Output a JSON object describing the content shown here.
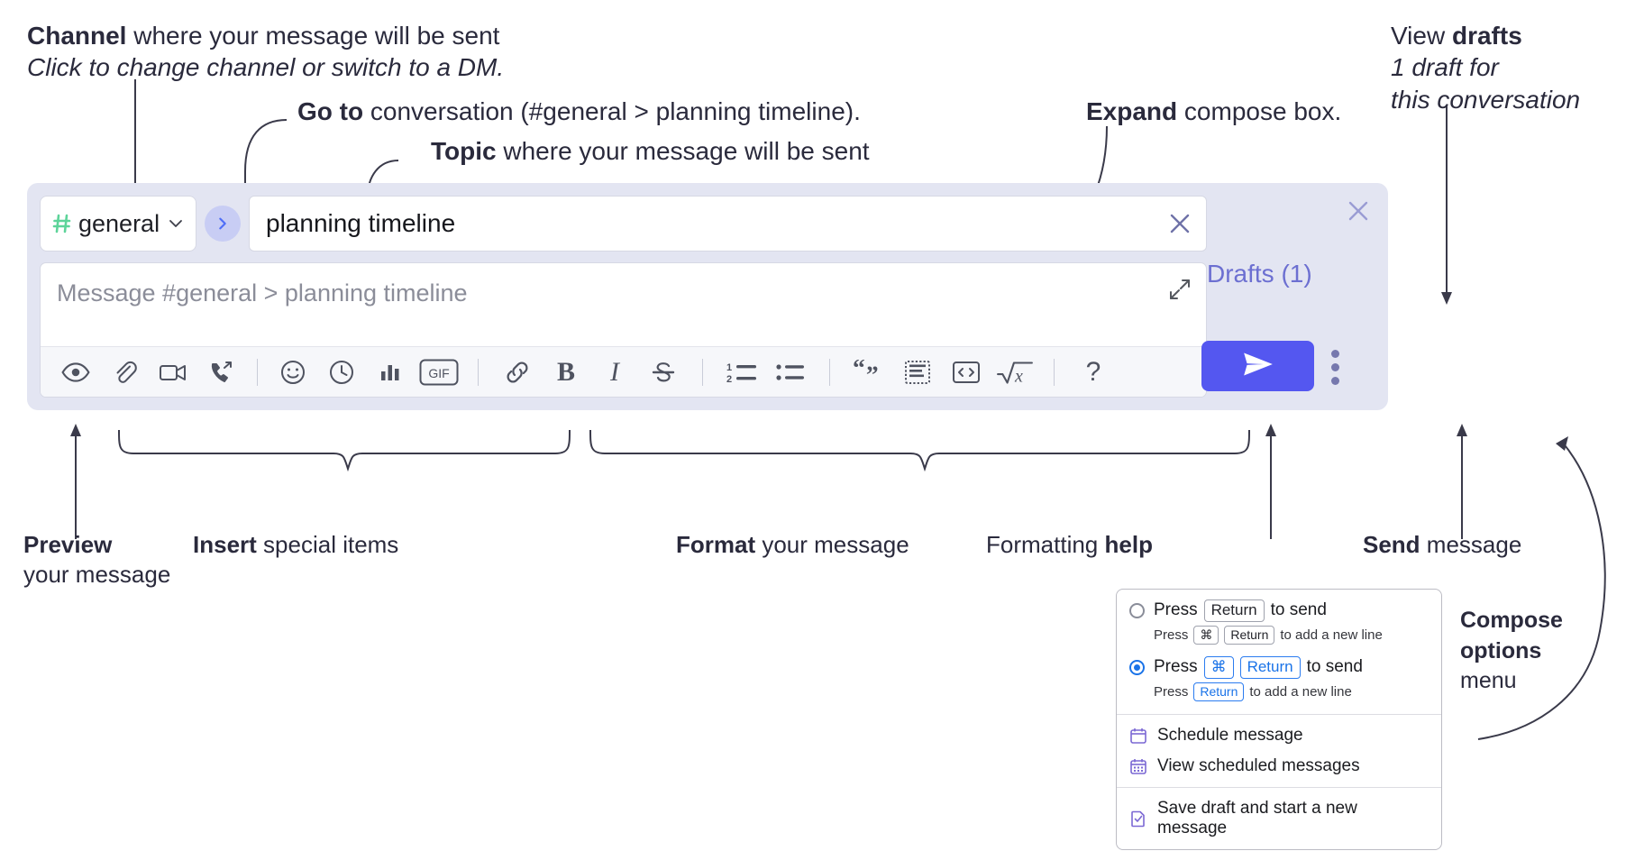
{
  "annotations": {
    "channel": {
      "bold": "Channel",
      "rest": " where your message will be sent",
      "sub": "Click to change channel or switch to a DM."
    },
    "goto": {
      "bold": "Go to",
      "rest": " conversation (#general > planning timeline)."
    },
    "topic": {
      "bold": "Topic",
      "rest": " where your message will be sent"
    },
    "expand": {
      "bold": "Expand",
      "rest": " compose box."
    },
    "drafts": {
      "pre": "View ",
      "bold": "drafts",
      "sub1": "1 draft for",
      "sub2": "this conversation"
    },
    "preview": {
      "bold": "Preview",
      "sub": "your message"
    },
    "insert": {
      "bold": "Insert",
      "rest": " special items"
    },
    "format": {
      "bold": "Format",
      "rest": " your message"
    },
    "help": {
      "pre": "Formatting ",
      "bold": "help"
    },
    "send": {
      "bold": "Send",
      "rest": " message"
    },
    "compose_options": {
      "bold1": "Compose",
      "bold2": "options",
      "rest": "menu"
    }
  },
  "compose": {
    "channel_chip": {
      "hash_icon": "hash-icon",
      "name": "general",
      "chevron_icon": "chevron-down-icon"
    },
    "goto_button": {
      "icon": "chevron-right-icon"
    },
    "topic_field": {
      "value": "planning timeline",
      "clear_icon": "close-icon"
    },
    "message_box": {
      "placeholder": "Message #general > planning timeline",
      "expand_icon": "expand-diagonal-icon"
    },
    "toolbar": [
      {
        "name": "preview-icon",
        "label": ""
      },
      {
        "name": "attachment-icon",
        "label": ""
      },
      {
        "name": "video-icon",
        "label": ""
      },
      {
        "name": "call-forward-icon",
        "label": ""
      },
      {
        "name": "divider",
        "label": ""
      },
      {
        "name": "emoji-icon",
        "label": ""
      },
      {
        "name": "clock-icon",
        "label": ""
      },
      {
        "name": "poll-icon",
        "label": ""
      },
      {
        "name": "gif-icon",
        "label": "GIF"
      },
      {
        "name": "divider",
        "label": ""
      },
      {
        "name": "link-icon",
        "label": ""
      },
      {
        "name": "bold-icon",
        "label": "B"
      },
      {
        "name": "italic-icon",
        "label": "I"
      },
      {
        "name": "strikethrough-icon",
        "label": "S"
      },
      {
        "name": "divider",
        "label": ""
      },
      {
        "name": "ordered-list-icon",
        "label": ""
      },
      {
        "name": "bulleted-list-icon",
        "label": ""
      },
      {
        "name": "divider",
        "label": ""
      },
      {
        "name": "blockquote-icon",
        "label": ""
      },
      {
        "name": "code-block-icon",
        "label": ""
      },
      {
        "name": "inline-code-icon",
        "label": ""
      },
      {
        "name": "math-icon",
        "label": ""
      },
      {
        "name": "divider",
        "label": ""
      },
      {
        "name": "help-icon",
        "label": "?"
      }
    ],
    "panel_close_icon": "close-icon",
    "drafts_link": "Drafts (1)",
    "send_button": {
      "icon": "send-paper-plane-icon"
    },
    "kebab_icon": "vertical-dots-icon"
  },
  "dropdown": {
    "options": [
      {
        "selected": false,
        "main": {
          "pre": "Press ",
          "key": "Return",
          "post": " to send"
        },
        "sub": {
          "pre": "Press ",
          "key1": "⌘",
          "key2": "Return",
          "post": " to add a new line"
        }
      },
      {
        "selected": true,
        "main": {
          "pre": "Press ",
          "key1": "⌘",
          "key2": "Return",
          "post": " to send"
        },
        "sub": {
          "pre": "Press ",
          "key": "Return",
          "post": " to add a new line"
        }
      }
    ],
    "items": [
      {
        "icon": "calendar-icon",
        "label": "Schedule message"
      },
      {
        "icon": "calendar-grid-icon",
        "label": "View scheduled messages"
      },
      {
        "icon": "save-draft-icon",
        "label": "Save draft and start a new message"
      }
    ]
  },
  "colors": {
    "panel_bg": "#e3e5f2",
    "send_purple": "#5457f0",
    "drafts_text": "#6c6fd1",
    "hash_green": "#5ed49a",
    "goto_blue": "#4f6ef7",
    "radio_blue": "#1a73e8"
  }
}
